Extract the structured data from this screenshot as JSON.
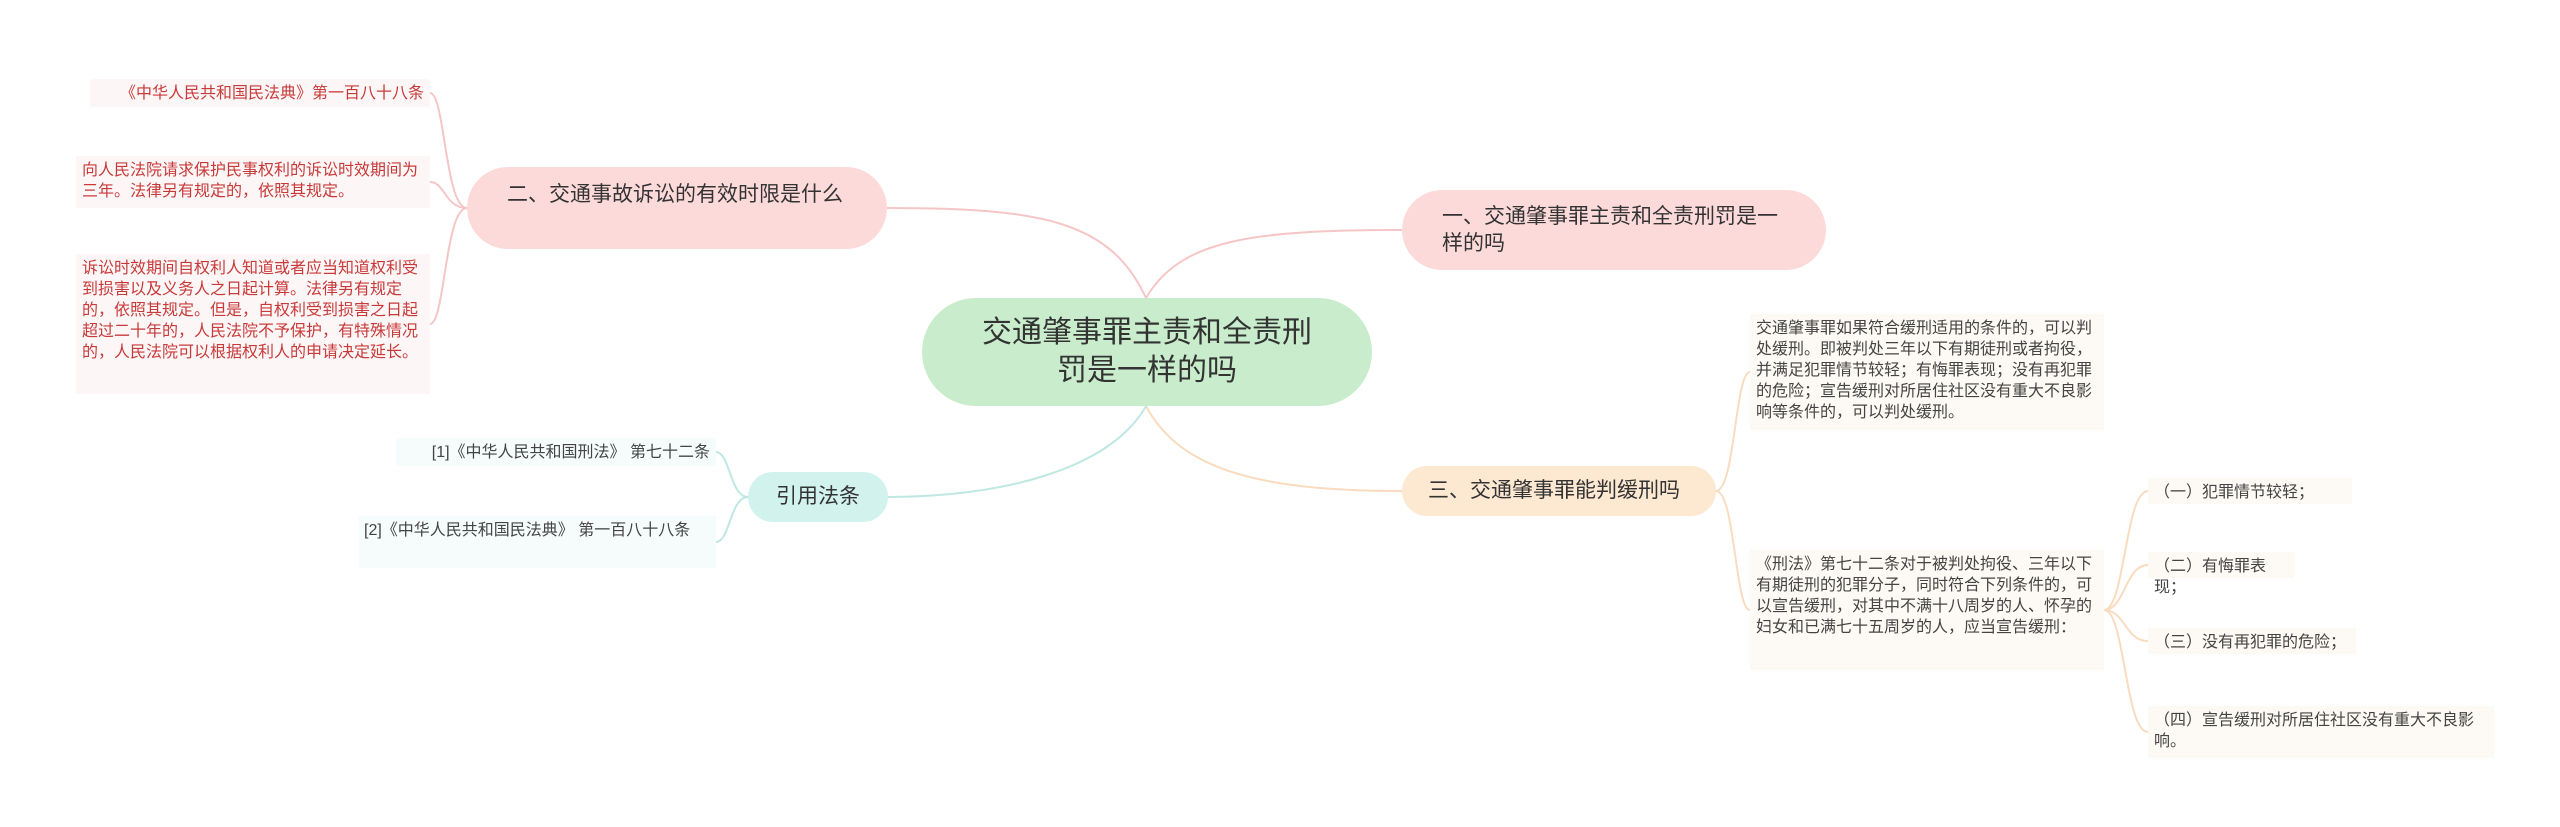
{
  "center": {
    "label": "交通肇事罪主责和全责刑罚是一样的吗"
  },
  "branch_time_limit": {
    "label": "二、交通事故诉讼的有效时限是什么",
    "leaves": [
      "《中华人民共和国民法典》第一百八十八条",
      "向人民法院请求保护民事权利的诉讼时效期间为三年。法律另有规定的，依照其规定。",
      "诉讼时效期间自权利人知道或者应当知道权利受到损害以及义务人之日起计算。法律另有规定的，依照其规定。但是，自权利受到损害之日起超过二十年的，人民法院不予保护，有特殊情况的，人民法院可以根据权利人的申请决定延长。"
    ]
  },
  "branch_penalty": {
    "label": "一、交通肇事罪主责和全责刑罚是一样的吗"
  },
  "branch_probation": {
    "label": "三、交通肇事罪能判缓刑吗",
    "leaves": [
      "交通肇事罪如果符合缓刑适用的条件的，可以判处缓刑。即被判处三年以下有期徒刑或者拘役，并满足犯罪情节较轻；有悔罪表现；没有再犯罪的危险；宣告缓刑对所居住社区没有重大不良影响等条件的，可以判处缓刑。",
      "《刑法》第七十二条对于被判处拘役、三年以下有期徒刑的犯罪分子，同时符合下列条件的，可以宣告缓刑，对其中不满十八周岁的人、怀孕的妇女和已满七十五周岁的人，应当宣告缓刑："
    ],
    "conditions": [
      "（一）犯罪情节较轻；",
      "（二）有悔罪表现；",
      "（三）没有再犯罪的危险；",
      "（四）宣告缓刑对所居住社区没有重大不良影响。"
    ]
  },
  "branch_citations": {
    "label": "引用法条",
    "leaves": [
      "[1]《中华人民共和国刑法》 第七十二条",
      "[2]《中华人民共和国民法典》 第一百八十八条"
    ]
  },
  "colors": {
    "center_fill": "#c9edcc",
    "pink_fill": "#fddada",
    "peach_fill": "#fde8d2",
    "teal_fill": "#d2f2ee",
    "red_text": "#c83a3a"
  }
}
